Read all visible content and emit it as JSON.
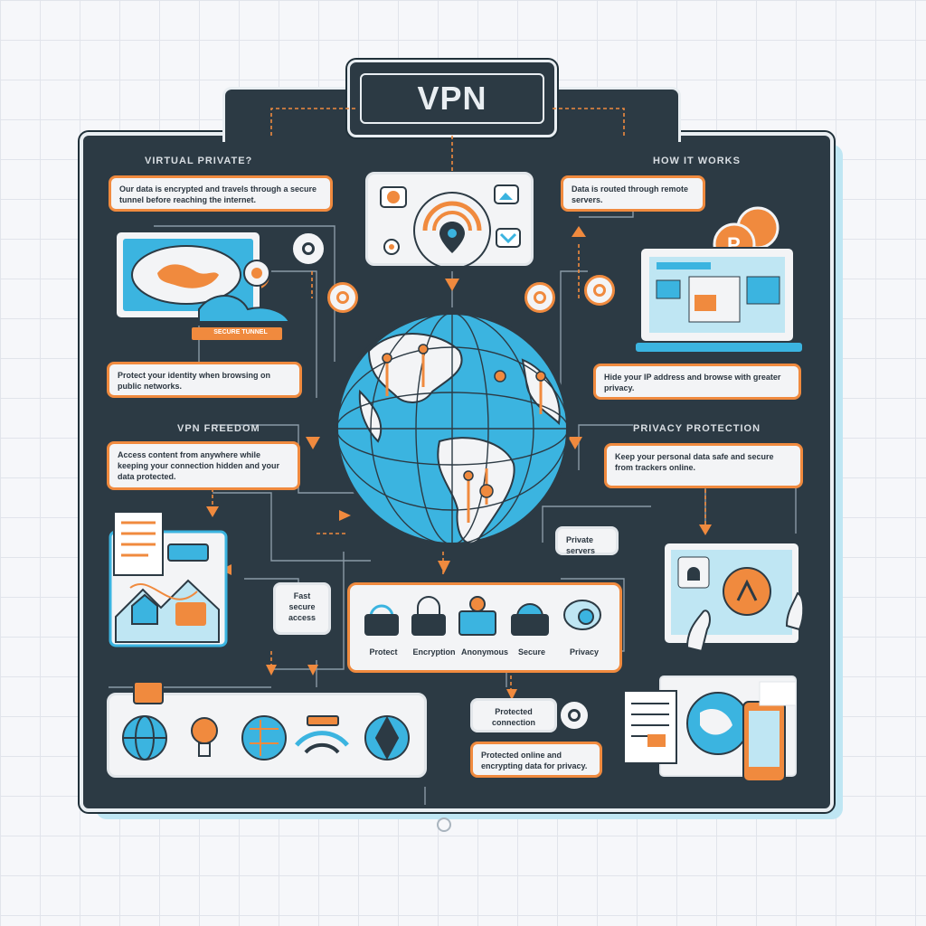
{
  "title": "VPN",
  "headings": {
    "top_left": "VIRTUAL PRIVATE?",
    "top_right": "HOW IT WORKS",
    "mid_left": "VPN FREEDOM",
    "mid_right": "PRIVACY PROTECTION"
  },
  "cards": {
    "tl": "Our data is encrypted and travels through a secure tunnel before reaching the internet.",
    "ml": "Protect your identity when browsing on public networks.",
    "bl": "Access content from anywhere while keeping your connection hidden and your data protected.",
    "tr": "Data is routed through remote servers.",
    "mr": "Hide your IP address and browse with greater privacy.",
    "br": "Keep your personal data safe and secure from trackers online.",
    "small_right": "Private servers",
    "small_left": "Fast secure access",
    "bottom_note_head": "Protected connection",
    "bottom_note": "Protected online and encrypting data for privacy."
  },
  "features": [
    "Protect",
    "Encryption",
    "Anonymous",
    "Secure",
    "Privacy"
  ],
  "screen_badge": "SECURE TUNNEL",
  "colors": {
    "board": "#2c3a44",
    "accent": "#f08a3e",
    "cyan": "#3bb4e0",
    "light": "#f3f4f6"
  },
  "icons": [
    "globe-icon",
    "lightbulb-icon",
    "map-icon",
    "wifi-icon",
    "shield-icon",
    "lock-icon",
    "laptop-icon",
    "phone-icon",
    "location-pin-icon",
    "document-icon",
    "hand-icon"
  ]
}
